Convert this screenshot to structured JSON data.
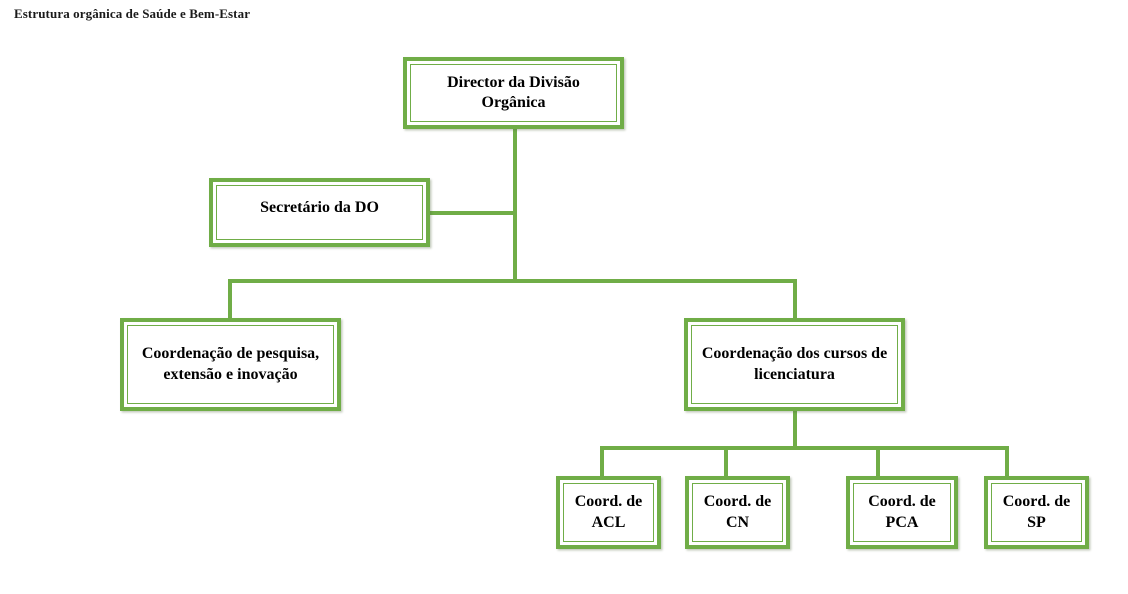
{
  "title": "Estrutura orgânica de Saúde e Bem-Estar",
  "colors": {
    "box_border": "#70AD47",
    "connector": "#70AD47",
    "box_fill": "#FFFFFF",
    "text": "#000000",
    "background": "#FFFFFF"
  },
  "nodes": {
    "director": {
      "label": "Director da Divisão Orgânica"
    },
    "secretary": {
      "label": "Secretário da DO"
    },
    "coord_research": {
      "label": "Coordenação de pesquisa, extensão e inovação"
    },
    "coord_courses": {
      "label": "Coordenação dos cursos de licenciatura"
    },
    "leaves": [
      {
        "label": "Coord. de ACL"
      },
      {
        "label": "Coord. de CN"
      },
      {
        "label": "Coord. de PCA"
      },
      {
        "label": "Coord. de SP"
      }
    ]
  },
  "chart_data": {
    "type": "diagram",
    "diagram_type": "organizational-chart",
    "title": "Estrutura orgânica de Saúde e Bem-Estar",
    "orientation": "top-down",
    "levels": 4,
    "node_count": 8,
    "nodes": [
      {
        "id": "director",
        "label": "Director da Divisão Orgânica",
        "level": 0
      },
      {
        "id": "secretary",
        "label": "Secretário da DO",
        "level": 1,
        "relation": "staff"
      },
      {
        "id": "coord_research",
        "label": "Coordenação de pesquisa, extensão e inovação",
        "level": 2
      },
      {
        "id": "coord_courses",
        "label": "Coordenação dos cursos de licenciatura",
        "level": 2
      },
      {
        "id": "acl",
        "label": "Coord. de ACL",
        "level": 3
      },
      {
        "id": "cn",
        "label": "Coord. de CN",
        "level": 3
      },
      {
        "id": "pca",
        "label": "Coord. de PCA",
        "level": 3
      },
      {
        "id": "sp",
        "label": "Coord. de SP",
        "level": 3
      }
    ],
    "edges": [
      {
        "from": "director",
        "to": "secretary",
        "style": "lateral"
      },
      {
        "from": "director",
        "to": "coord_research",
        "style": "elbow"
      },
      {
        "from": "director",
        "to": "coord_courses",
        "style": "elbow"
      },
      {
        "from": "coord_courses",
        "to": "acl",
        "style": "elbow"
      },
      {
        "from": "coord_courses",
        "to": "cn",
        "style": "elbow"
      },
      {
        "from": "coord_courses",
        "to": "pca",
        "style": "elbow"
      },
      {
        "from": "coord_courses",
        "to": "sp",
        "style": "elbow"
      }
    ]
  }
}
